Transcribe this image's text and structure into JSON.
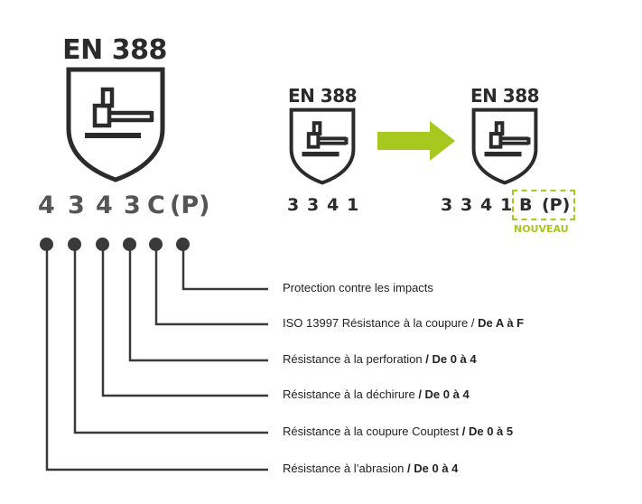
{
  "large_badge": {
    "title": "EN 388",
    "code": [
      "4",
      "3",
      "4",
      "3",
      "C",
      "(P)"
    ]
  },
  "old_badge": {
    "title": "EN 388",
    "code": [
      "3",
      "3",
      "4",
      "1"
    ]
  },
  "new_badge": {
    "title": "EN 388",
    "code": [
      "3",
      "3",
      "4",
      "1"
    ],
    "new_code": [
      "B",
      "(P)"
    ],
    "new_label": "NOUVEAU"
  },
  "colors": {
    "accent": "#a7c81f",
    "dark": "#2b2b2b",
    "code_grey": "#555555",
    "line": "#3a3a3a"
  },
  "legend": [
    {
      "text": "Protection contre les impacts",
      "range": ""
    },
    {
      "text": "ISO 13997 Résistance à la coupure / ",
      "range": "De A à F"
    },
    {
      "text": "Résistance à la perforation ",
      "range": "/ De 0 à 4"
    },
    {
      "text": "Résistance à la déchirure ",
      "range": "/ De 0 à 4"
    },
    {
      "text": "Résistance à la coupure Couptest ",
      "range": "/ De 0 à 5"
    },
    {
      "text": "Résistance à l’abrasion ",
      "range": "/ De 0 à 4"
    }
  ]
}
